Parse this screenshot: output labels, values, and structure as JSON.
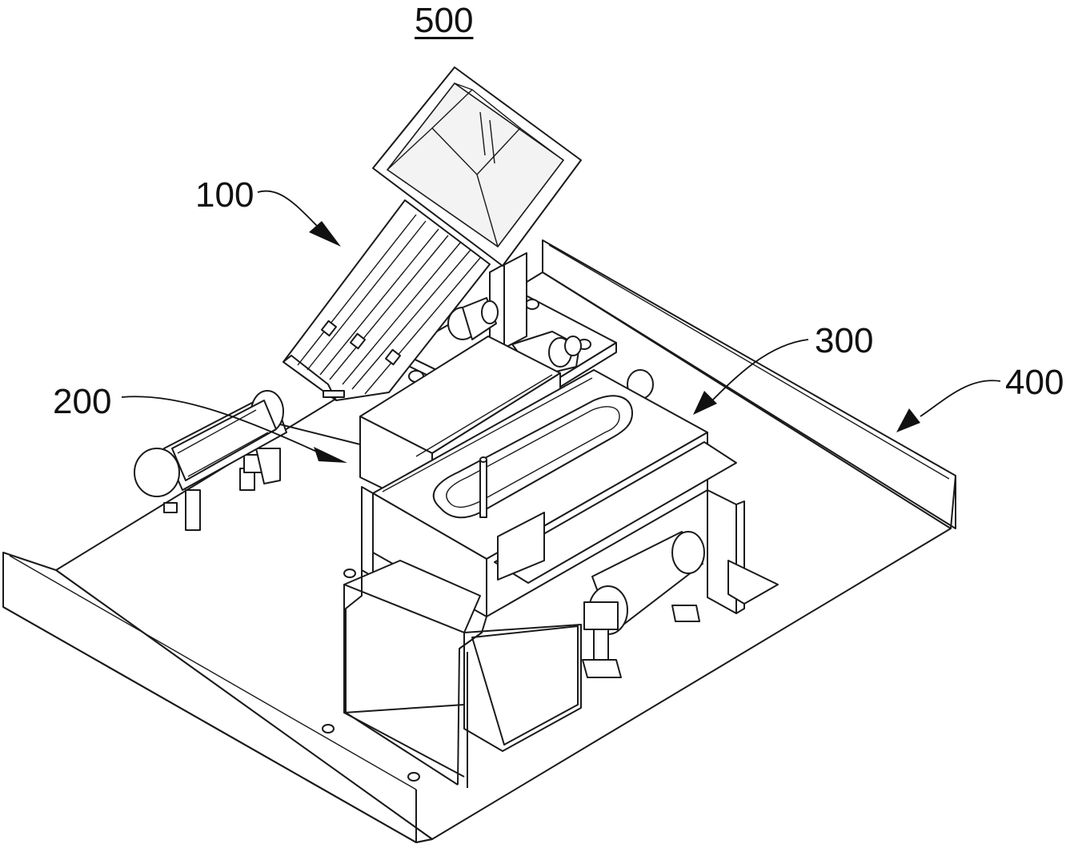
{
  "figure": {
    "assembly_label": "500",
    "parts": [
      {
        "id": "100",
        "label": "100"
      },
      {
        "id": "200",
        "label": "200"
      },
      {
        "id": "300",
        "label": "300"
      },
      {
        "id": "400",
        "label": "400"
      }
    ]
  }
}
